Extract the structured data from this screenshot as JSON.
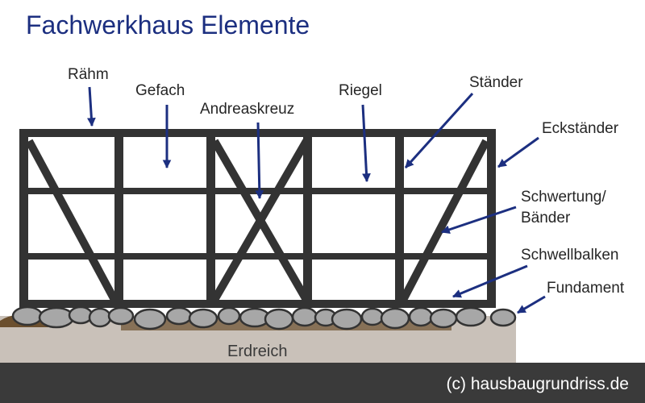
{
  "title": "Fachwerkhaus Elemente",
  "labels": {
    "raehm": "Rähm",
    "gefach": "Gefach",
    "andreaskreuz": "Andreaskreuz",
    "riegel": "Riegel",
    "staender": "Ständer",
    "eckstaender": "Eckständer",
    "schwertung_line1": "Schwertung/",
    "schwertung_line2": "Bänder",
    "schwellbalken": "Schwellbalken",
    "fundament": "Fundament",
    "erdreich": "Erdreich"
  },
  "credit": "(c) hausbaugrundriss.de",
  "colors": {
    "title": "#1c2f80",
    "arrow": "#1c2f80",
    "timber": "#333333",
    "soil": "#c9c1b9",
    "stone": "#a7a7a7",
    "footer": "#3a3a3a"
  }
}
